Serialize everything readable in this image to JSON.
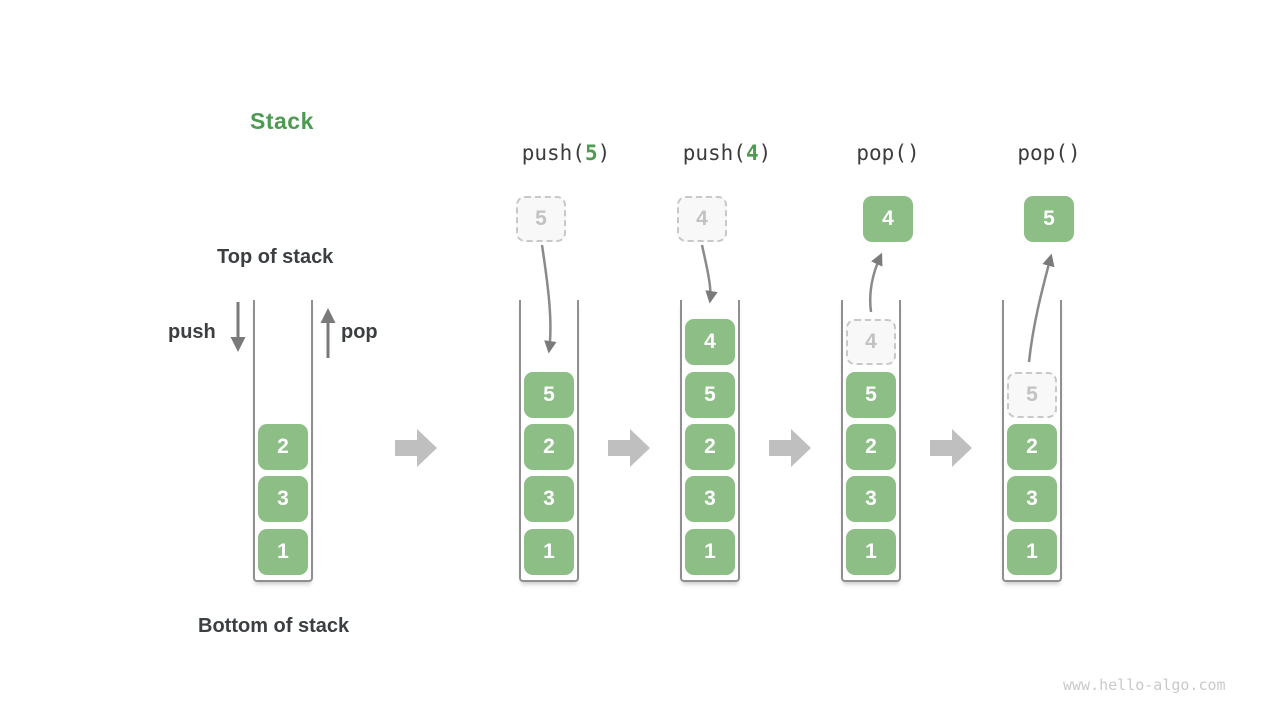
{
  "title": "Stack",
  "watermark": "www.hello-algo.com",
  "labels": {
    "top_of_stack": "Top of stack",
    "bottom_of_stack": "Bottom of stack",
    "push_arrow": "push",
    "pop_arrow": "pop"
  },
  "colors": {
    "block_green": "#8cbe86",
    "accent_green": "#4d9a51",
    "text_dark": "#3b3f42",
    "operation_arrow_gray": "#7a7a7a",
    "transition_arrow_gray": "#bfbfbf",
    "container_line_gray": "#8f8f8f",
    "ghost_border_gray": "#c8c8c8",
    "ghost_fill": "#f8f8f8",
    "ghost_text_gray": "#c2c2c2",
    "watermark_gray": "#c9c9c9"
  },
  "stacks": [
    {
      "id": "initial",
      "op": null,
      "floating": null,
      "blocks": [
        {
          "value": "2",
          "slot": 2,
          "ghost": false
        },
        {
          "value": "3",
          "slot": 3,
          "ghost": false
        },
        {
          "value": "1",
          "slot": 4,
          "ghost": false
        }
      ]
    },
    {
      "id": "after-push-5",
      "op": {
        "parts": [
          {
            "text": "push(",
            "accent": false
          },
          {
            "text": "5",
            "accent": true
          },
          {
            "text": ")",
            "accent": false
          }
        ]
      },
      "floating": {
        "style": "ghost",
        "value": "5"
      },
      "blocks": [
        {
          "value": "5",
          "slot": 1,
          "ghost": false
        },
        {
          "value": "2",
          "slot": 2,
          "ghost": false
        },
        {
          "value": "3",
          "slot": 3,
          "ghost": false
        },
        {
          "value": "1",
          "slot": 4,
          "ghost": false
        }
      ]
    },
    {
      "id": "after-push-4",
      "op": {
        "parts": [
          {
            "text": "push(",
            "accent": false
          },
          {
            "text": "4",
            "accent": true
          },
          {
            "text": ")",
            "accent": false
          }
        ]
      },
      "floating": {
        "style": "ghost",
        "value": "4"
      },
      "blocks": [
        {
          "value": "4",
          "slot": 0,
          "ghost": false
        },
        {
          "value": "5",
          "slot": 1,
          "ghost": false
        },
        {
          "value": "2",
          "slot": 2,
          "ghost": false
        },
        {
          "value": "3",
          "slot": 3,
          "ghost": false
        },
        {
          "value": "1",
          "slot": 4,
          "ghost": false
        }
      ]
    },
    {
      "id": "after-pop-4",
      "op": {
        "parts": [
          {
            "text": "pop()",
            "accent": false
          }
        ]
      },
      "floating": {
        "style": "solid",
        "value": "4"
      },
      "blocks": [
        {
          "value": "4",
          "slot": 0,
          "ghost": true
        },
        {
          "value": "5",
          "slot": 1,
          "ghost": false
        },
        {
          "value": "2",
          "slot": 2,
          "ghost": false
        },
        {
          "value": "3",
          "slot": 3,
          "ghost": false
        },
        {
          "value": "1",
          "slot": 4,
          "ghost": false
        }
      ]
    },
    {
      "id": "after-pop-5",
      "op": {
        "parts": [
          {
            "text": "pop()",
            "accent": false
          }
        ]
      },
      "floating": {
        "style": "solid",
        "value": "5"
      },
      "blocks": [
        {
          "value": "5",
          "slot": 1,
          "ghost": true
        },
        {
          "value": "2",
          "slot": 2,
          "ghost": false
        },
        {
          "value": "3",
          "slot": 3,
          "ghost": false
        },
        {
          "value": "1",
          "slot": 4,
          "ghost": false
        }
      ]
    }
  ]
}
